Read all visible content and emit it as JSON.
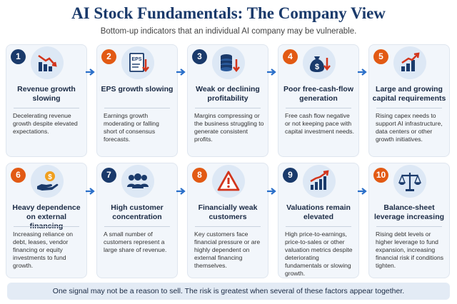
{
  "title": "AI Stock Fundamentals: The Company View",
  "subtitle": "Bottom-up indicators that an individual AI company may be vulnerable.",
  "cards": [
    {
      "num": "1",
      "title": "Revenue growth slowing",
      "desc": "Decelerating revenue growth despite elevated expectations.",
      "icon": "declining-bar-chart-icon"
    },
    {
      "num": "2",
      "title": "EPS growth slowing",
      "desc": "Earnings growth moderating or falling short of consensus forecasts.",
      "icon": "eps-document-icon",
      "icon_text": "EPS"
    },
    {
      "num": "3",
      "title": "Weak or declining profitability",
      "desc": "Margins compressing or the business struggling to generate consistent profits.",
      "icon": "coin-stack-down-icon"
    },
    {
      "num": "4",
      "title": "Poor free-cash-flow generation",
      "desc": "Free cash flow negative or not keeping pace with capital investment needs.",
      "icon": "money-bag-down-icon",
      "icon_text": "$"
    },
    {
      "num": "5",
      "title": "Large and growing capital requirements",
      "desc": "Rising capex needs to support AI infrastructure, data centers or other growth initiatives.",
      "icon": "rising-bar-chart-icon"
    },
    {
      "num": "6",
      "title": "Heavy dependence on external financing",
      "desc": "Increasing reliance on debt, leases, vendor financing or equity investments to fund growth.",
      "icon": "hand-coin-icon",
      "icon_text": "$"
    },
    {
      "num": "7",
      "title": "High customer concentration",
      "desc": "A small number of customers represent a large share of revenue.",
      "icon": "people-group-icon"
    },
    {
      "num": "8",
      "title": "Financially weak customers",
      "desc": "Key customers face financial pressure or are highly dependent on external financing themselves.",
      "icon": "warning-triangle-icon"
    },
    {
      "num": "9",
      "title": "Valuations remain elevated",
      "desc": "High price-to-earnings, price-to-sales or other valuation metrics despite deteriorating fundamentals or slowing growth.",
      "icon": "rising-chart-icon"
    },
    {
      "num": "10",
      "title": "Balance-sheet leverage increasing",
      "desc": "Rising debt levels or higher leverage to fund expansion, increasing financial risk if conditions tighten.",
      "icon": "balance-scale-icon"
    }
  ],
  "footer": "One signal may not be a reason to sell. The risk is greatest when several of these factors appear together.",
  "colors": {
    "navy": "#1a3a6b",
    "orange": "#e25a14",
    "blue": "#2a6fc9",
    "red": "#d2351c",
    "card_bg": "#f2f6fb"
  }
}
